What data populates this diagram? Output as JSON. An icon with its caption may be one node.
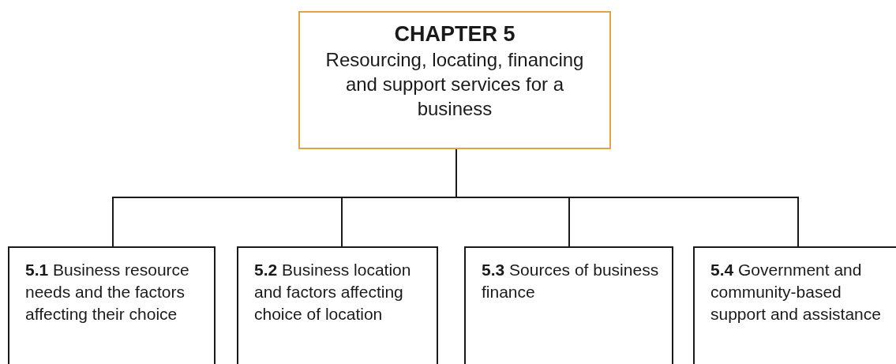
{
  "diagram": {
    "nodes": [
      {
        "text": [
          "CHAPTER 5",
          "Resourcing, locating, financing and support services for a business"
        ]
      },
      {
        "text": [
          "**5.1** Business resource needs and the factors affecting their choice"
        ]
      },
      {
        "text": [
          "**5.2** Business location and factors affecting choice of location"
        ]
      },
      {
        "text": [
          "**5.3** Sources of business finance"
        ]
      },
      {
        "text": [
          "**5.4** Government and community-based support and assistance"
        ]
      }
    ],
    "edges": [
      {
        "from": 0,
        "to": 1,
        "arrow": "none"
      },
      {
        "from": 0,
        "to": 2,
        "arrow": "none"
      },
      {
        "from": 0,
        "to": 3,
        "arrow": "none"
      },
      {
        "from": 0,
        "to": 4,
        "arrow": "none"
      }
    ]
  }
}
